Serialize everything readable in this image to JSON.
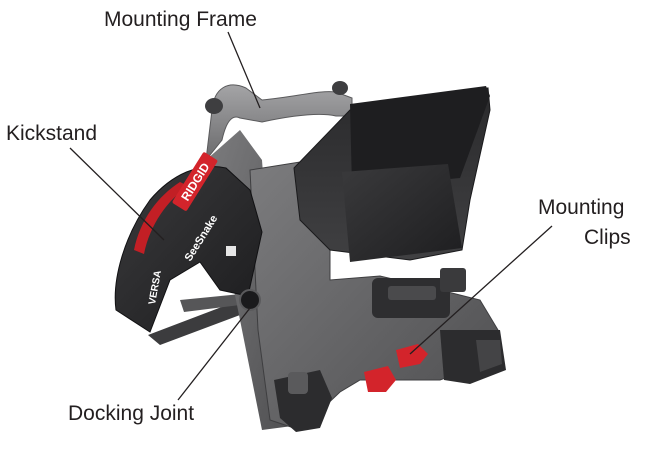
{
  "callouts": {
    "mounting_frame": "Mounting Frame",
    "kickstand": "Kickstand",
    "mounting_clips_line1": "Mounting",
    "mounting_clips_line2": "Clips",
    "docking_joint": "Docking Joint"
  },
  "device_branding": {
    "brand": "RIDGID",
    "product": "SeeSnake",
    "model": "VERSA"
  },
  "colors": {
    "body_dark": "#4a4a4c",
    "body_mid": "#6e6e70",
    "body_light": "#9a9a9c",
    "screen": "#2c2c2e",
    "accent_red": "#d3242b",
    "label_text": "#231f20"
  }
}
